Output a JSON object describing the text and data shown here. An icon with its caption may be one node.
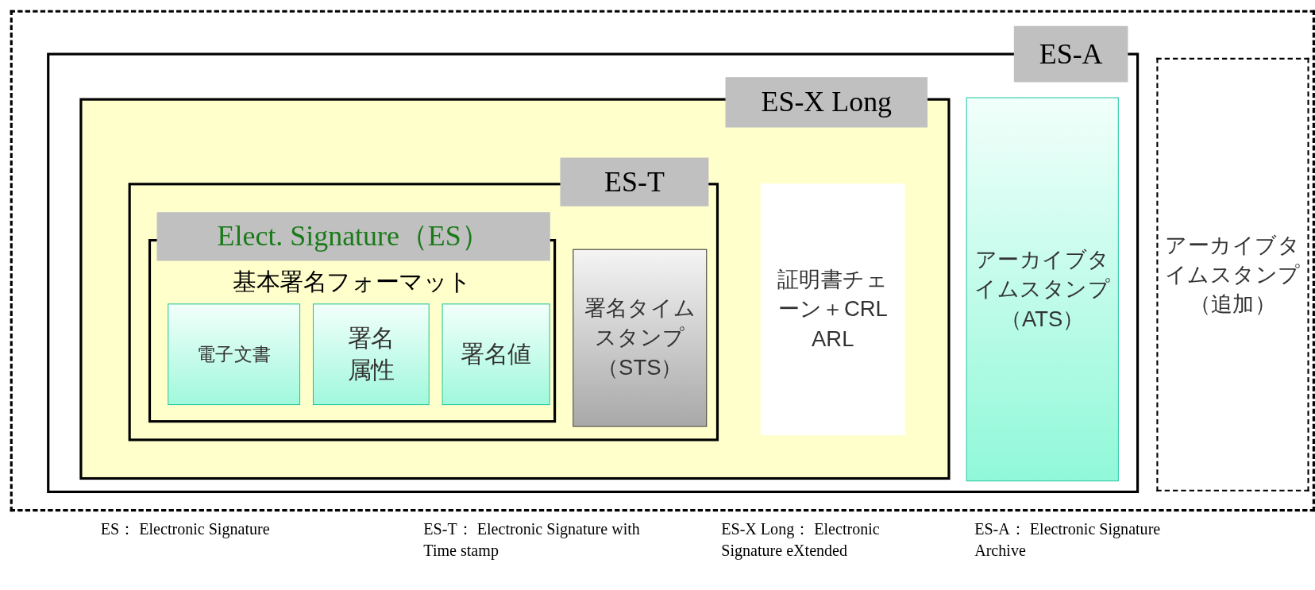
{
  "diagram": {
    "nodes": [
      {
        "text": [],
        "shape": "box"
      },
      {
        "text": [
          "ES-A"
        ],
        "in": 0
      },
      {
        "text": [
          "ES-X Long"
        ],
        "in": 1
      },
      {
        "text": [
          "ES-T"
        ],
        "in": 2
      },
      {
        "text": [
          "Elect. Signature（ES）",
          "基本署名フォーマット"
        ],
        "in": 3
      },
      {
        "text": [
          "電子文書"
        ],
        "in": 4
      },
      {
        "text": [
          "署名属性"
        ],
        "in": 4
      },
      {
        "text": [
          "署名値"
        ],
        "in": 4
      },
      {
        "text": [
          "署名タイムスタンプ（STS）"
        ],
        "in": 3
      },
      {
        "text": [
          "証明書チェーン＋CRL ARL"
        ],
        "in": 2
      },
      {
        "text": [
          "アーカイブタイムスタンプ（ATS）"
        ],
        "in": 1
      },
      {
        "text": [
          "アーカイブタイムスタンプ（追加）"
        ],
        "in": 0
      }
    ],
    "edges": [],
    "labels": [
      "ES： Electronic Signature",
      "ES-T： Electronic Signature with Time stamp",
      "ES-X Long： Electronic Signature eXtended",
      "ES-A： Electronic Signature Archive"
    ]
  }
}
